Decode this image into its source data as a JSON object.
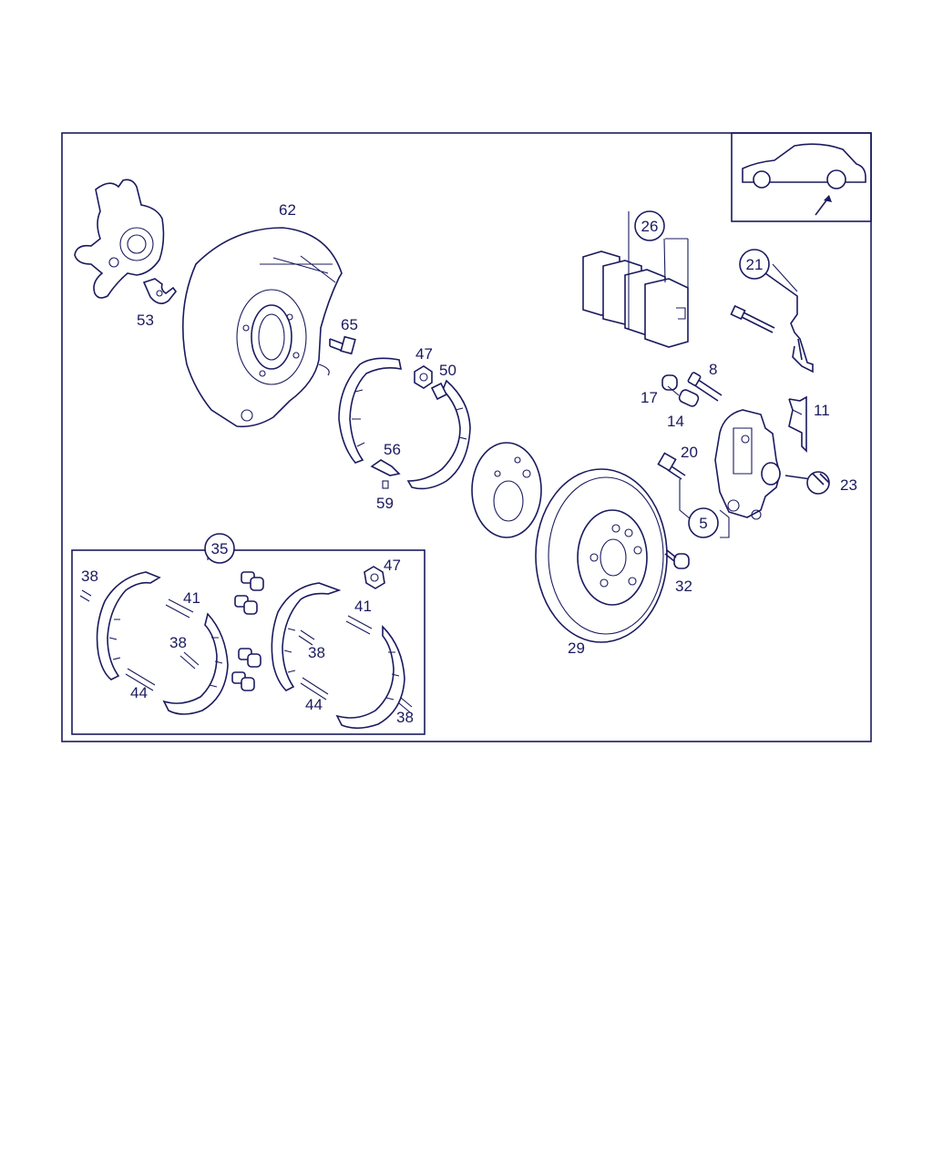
{
  "colors": {
    "ink": "#1a1a5e",
    "background": "#ffffff"
  },
  "labels": {
    "l62": "62",
    "l53": "53",
    "l65": "65",
    "l47a": "47",
    "l50": "50",
    "l56": "56",
    "l59": "59",
    "l26": "26",
    "l21": "21",
    "l8": "8",
    "l17": "17",
    "l14": "14",
    "l11": "11",
    "l20": "20",
    "l23": "23",
    "l5": "5",
    "l32": "32",
    "l29": "29",
    "l35": "35",
    "l38a": "38",
    "l41a": "41",
    "l38b": "38",
    "l44a": "44",
    "l47b": "47",
    "l41b": "41",
    "l38c": "38",
    "l44b": "44",
    "l38d": "38"
  },
  "icons": {
    "locator": "car-rear-wheel-locator-icon",
    "tool": "wrench-icon"
  }
}
